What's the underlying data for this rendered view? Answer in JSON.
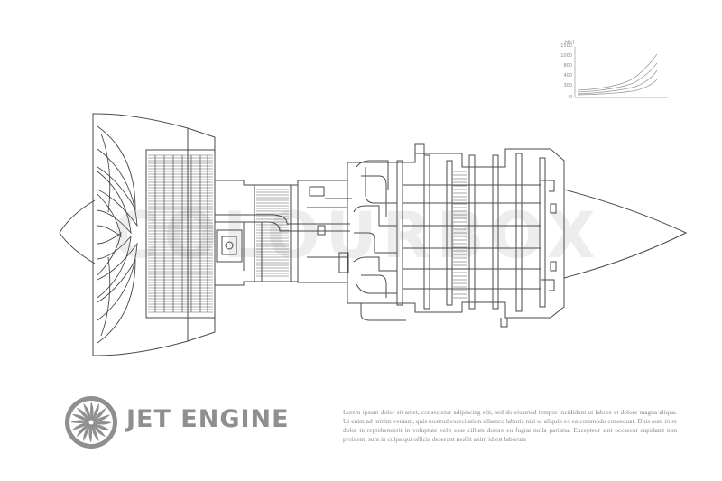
{
  "title": "JET ENGINE",
  "description": "Lorem ipsum dolor sit amet, consectetur adipiscing elit, sed do eiusmod tempor incididunt ut labore et dolore magna aliqua. Ut enim ad minim veniam, quis nostrud exercitation ullamco laboris nisi ut aliquip ex ea commodo consequat. Duis aute irure dolor in reprehenderit in voluptate velit esse cillum dolore eu fugiat nulla pariatur. Excepteur sint occaecat cupidatat non proident, sunt in culpa qui officia deserunt mollit anim id est laborum",
  "watermark": "COLOURBOX",
  "mini_chart": {
    "y_label": "h[k]",
    "y_ticks": [
      "1500",
      "1000",
      "800",
      "400",
      "300",
      "0"
    ]
  },
  "colors": {
    "line": "#4a4a4a",
    "text": "#8a8a8a",
    "title": "#8f8f8f"
  }
}
